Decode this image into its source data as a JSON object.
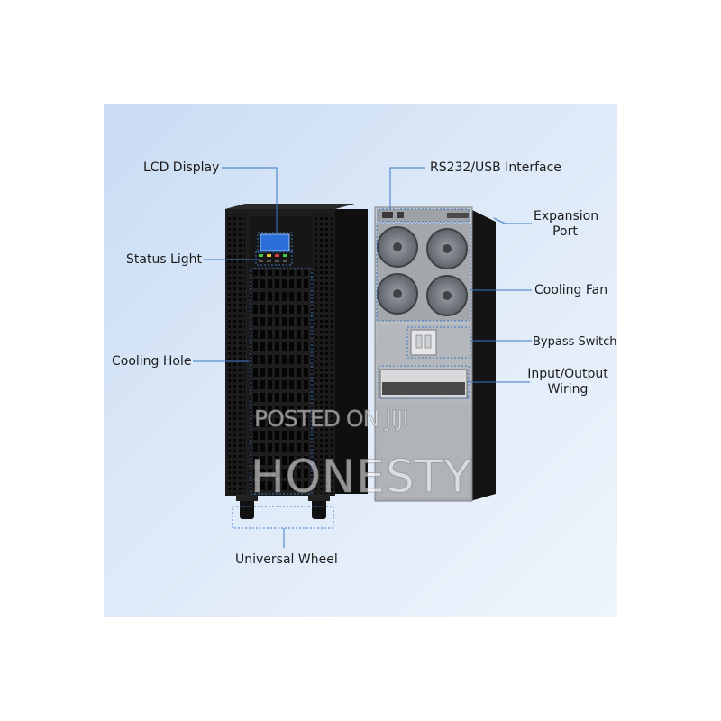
{
  "labels": {
    "lcd_display": "LCD Display",
    "status_light": "Status Light",
    "cooling_hole": "Cooling Hole",
    "universal_wheel": "Universal Wheel",
    "rs232_usb": "RS232/USB Interface",
    "expansion_port": "Expansion\nPort",
    "cooling_fan": "Cooling Fan",
    "bypass_switch": "Bypass Switch",
    "io_wiring": "Input/Output\nWiring"
  },
  "watermark": {
    "line1": "POSTED ON JIJI",
    "line2": "HONESTY"
  },
  "colors": {
    "background_panel": "#d6e5f6",
    "leader_line": "#3a78c8",
    "cabinet": "#1a1a1a",
    "rear_panel": "#b9bcc0"
  }
}
